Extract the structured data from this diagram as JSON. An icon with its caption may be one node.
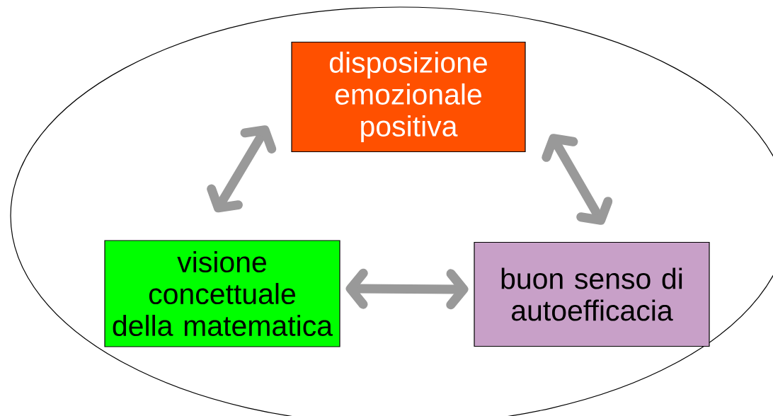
{
  "diagram": {
    "nodes": [
      {
        "text": [],
        "shape": "ellipse"
      },
      {
        "text": [
          "disposizione emozionale positiva"
        ],
        "in": 0
      },
      {
        "text": [
          "visione concettuale della matematica"
        ],
        "in": 0
      },
      {
        "text": [
          "buon senso di autoefficacia"
        ],
        "in": 0
      }
    ],
    "edges": [
      {
        "from": 1,
        "to": 2,
        "arrow": "both"
      },
      {
        "from": 1,
        "to": 3,
        "arrow": "both"
      },
      {
        "from": 2,
        "to": 3,
        "arrow": "both"
      }
    ]
  }
}
